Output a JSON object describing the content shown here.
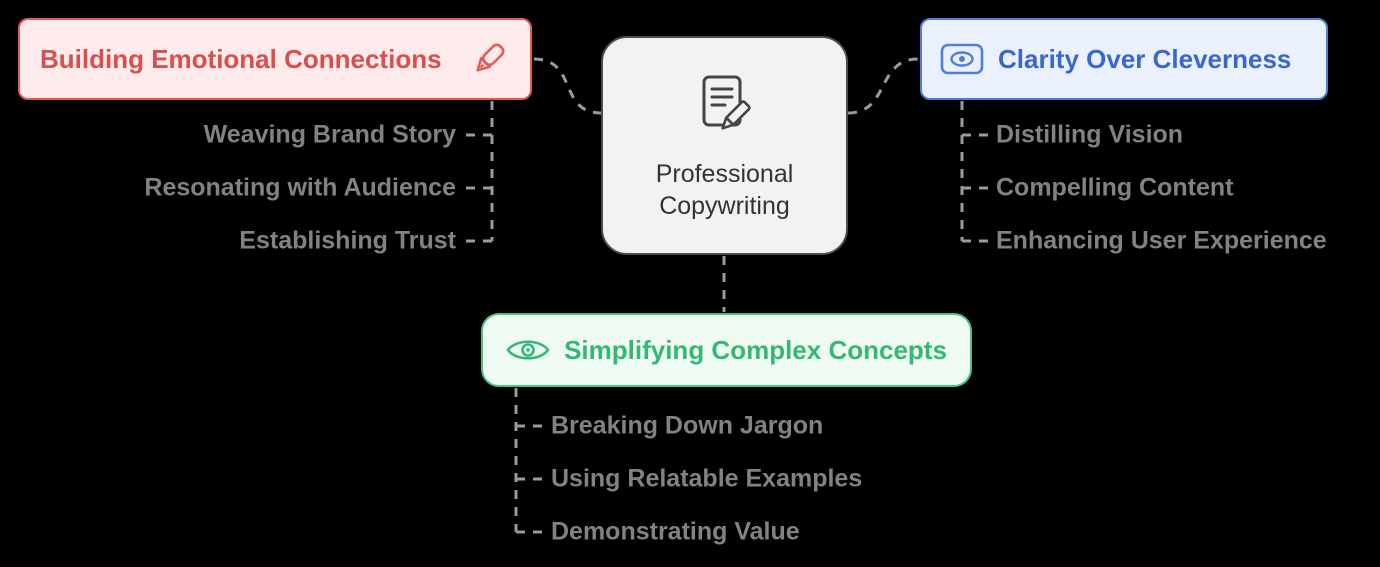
{
  "diagram": {
    "background": "#000000",
    "connector_color": "#9b9b9b",
    "item_text_color": "#828282",
    "center": {
      "label": "Professional Copywriting",
      "icon": "document-pencil-icon",
      "fill": "#f2f2f2",
      "border": "#4c4c4c",
      "text_color": "#333333"
    },
    "branches": [
      {
        "key": "emotional",
        "label": "Building Emotional Connections",
        "icon": "pen-icon",
        "fill": "#fdeaea",
        "border": "#e15b5b",
        "text_color": "#d94f4f",
        "items": [
          "Weaving Brand Story",
          "Resonating with Audience",
          "Establishing Trust"
        ]
      },
      {
        "key": "clarity",
        "label": "Clarity Over Cleverness",
        "icon": "vision-eye-icon",
        "fill": "#eaf1fc",
        "border": "#4f7fd9",
        "text_color": "#3a66d1",
        "items": [
          "Distilling Vision",
          "Compelling Content",
          "Enhancing User Experience"
        ]
      },
      {
        "key": "simplify",
        "label": "Simplifying Complex Concepts",
        "icon": "eye-icon",
        "fill": "#eefaf2",
        "border": "#49c383",
        "text_color": "#35b877",
        "items": [
          "Breaking Down Jargon",
          "Using Relatable Examples",
          "Demonstrating Value"
        ]
      }
    ]
  }
}
